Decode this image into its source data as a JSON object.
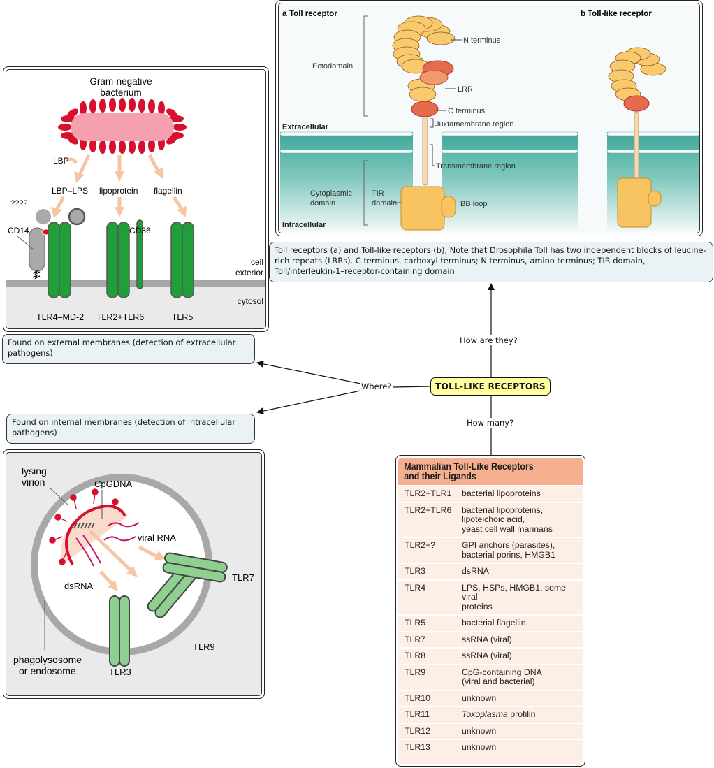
{
  "concept_map": {
    "central_concept": "TOLL-LIKE RECEPTORS",
    "link_labels": {
      "how_are_they": "How are they?",
      "how_many": "How many?",
      "where": "Where?"
    },
    "notes": {
      "structure_caption": "Toll receptors (a) and Toll-like receptors (b), Note that Drosophila Toll has two independent blocks of leucine-rich repeats (LRRs). C terminus, carboxyl terminus; N terminus, amino terminus; TIR domain, Toll/interleukin-1–receptor-containing domain",
      "external": "Found on external membranes (detection of extracellular pathogens)",
      "internal": "Found on internal membranes (detection of intracellular pathogens)"
    }
  },
  "toll_figure": {
    "panel_a_title": "Toll receptor",
    "panel_a_letter": "a",
    "panel_b_title": "Toll-like receptor",
    "panel_b_letter": "b",
    "labels": {
      "ectodomain": "Ectodomain",
      "n_terminus": "N terminus",
      "lrr": "LRR",
      "c_terminus": "C terminus",
      "juxtamembrane": "Juxtamembrane region",
      "extracellular": "Extracellular",
      "transmembrane": "Transmembrane region",
      "cytoplasmic_line1": "Cytoplasmic",
      "cytoplasmic_line2": "domain",
      "tir_line1": "TIR",
      "tir_line2": "domain",
      "bb_loop": "BB loop",
      "intracellular": "Intracellular"
    }
  },
  "gram_negative_figure": {
    "title_line1": "Gram-negative",
    "title_line2": "bacterium",
    "lbp": "LBP",
    "lbp_lps": "LBP–LPS",
    "lipoprotein": "lipoprotein",
    "flagellin": "flagellin",
    "unknown": "????",
    "cd14": "CD14",
    "cd36": "CD36",
    "cell_exterior_line1": "cell",
    "cell_exterior_line2": "exterior",
    "cytosol": "cytosol",
    "receptors": [
      "TLR4–MD-2",
      "TLR2+TLR6",
      "TLR5"
    ]
  },
  "endosome_figure": {
    "lysing_line1": "lysing",
    "lysing_line2": "virion",
    "cpgdna": "CpGDNA",
    "viral_rna": "viral RNA",
    "dsrna": "dsRNA",
    "phago_line1": "phagolysosome",
    "phago_line2": "or endosome",
    "tlr7": "TLR7",
    "tlr9": "TLR9",
    "tlr3": "TLR3"
  },
  "ligand_table": {
    "title_line1": "Mammalian Toll-Like Receptors",
    "title_line2": "and their Ligands",
    "rows": [
      {
        "receptor": "TLR2+TLR1",
        "ligand": [
          "bacterial lipoproteins"
        ]
      },
      {
        "receptor": "TLR2+TLR6",
        "ligand": [
          "bacterial lipoproteins,",
          "lipoteichoic acid,",
          "yeast cell wall mannans"
        ]
      },
      {
        "receptor": "TLR2+?",
        "ligand": [
          "GPI anchors (parasites),",
          "bacterial porins, HMGB1"
        ]
      },
      {
        "receptor": "TLR3",
        "ligand": [
          "dsRNA"
        ]
      },
      {
        "receptor": "TLR4",
        "ligand": [
          "LPS, HSPs, HMGB1, some viral",
          "proteins"
        ]
      },
      {
        "receptor": "TLR5",
        "ligand": [
          "bacterial flagellin"
        ]
      },
      {
        "receptor": "TLR7",
        "ligand": [
          "ssRNA (viral)"
        ]
      },
      {
        "receptor": "TLR8",
        "ligand": [
          "ssRNA (viral)"
        ]
      },
      {
        "receptor": "TLR9",
        "ligand": [
          "CpG-containing DNA",
          "(viral and bacterial)"
        ]
      },
      {
        "receptor": "TLR10",
        "ligand": [
          "unknown"
        ]
      },
      {
        "receptor": "TLR11",
        "ligand": [
          "Toxoplasma profilin"
        ],
        "italic_prefix": "Toxoplasma"
      },
      {
        "receptor": "TLR12",
        "ligand": [
          "unknown"
        ]
      },
      {
        "receptor": "TLR13",
        "ligand": [
          "unknown"
        ]
      }
    ]
  },
  "colors": {
    "central_fill": "#ffffa0",
    "note_fill": "#eaf2f5",
    "table_header": "#f4b08e",
    "table_body": "#fdeee6",
    "lrr_fill": "#f9c96e",
    "lrr_cap": "#e66a4c",
    "membrane_teal": "#3ea89a",
    "tlr_green": "#1f9e3a",
    "tlr_light_green": "#8fcf8f",
    "bacterium_red": "#d8102f",
    "bacterium_pink": "#f4a0ae",
    "arrow_peach": "#f6c6a4"
  }
}
